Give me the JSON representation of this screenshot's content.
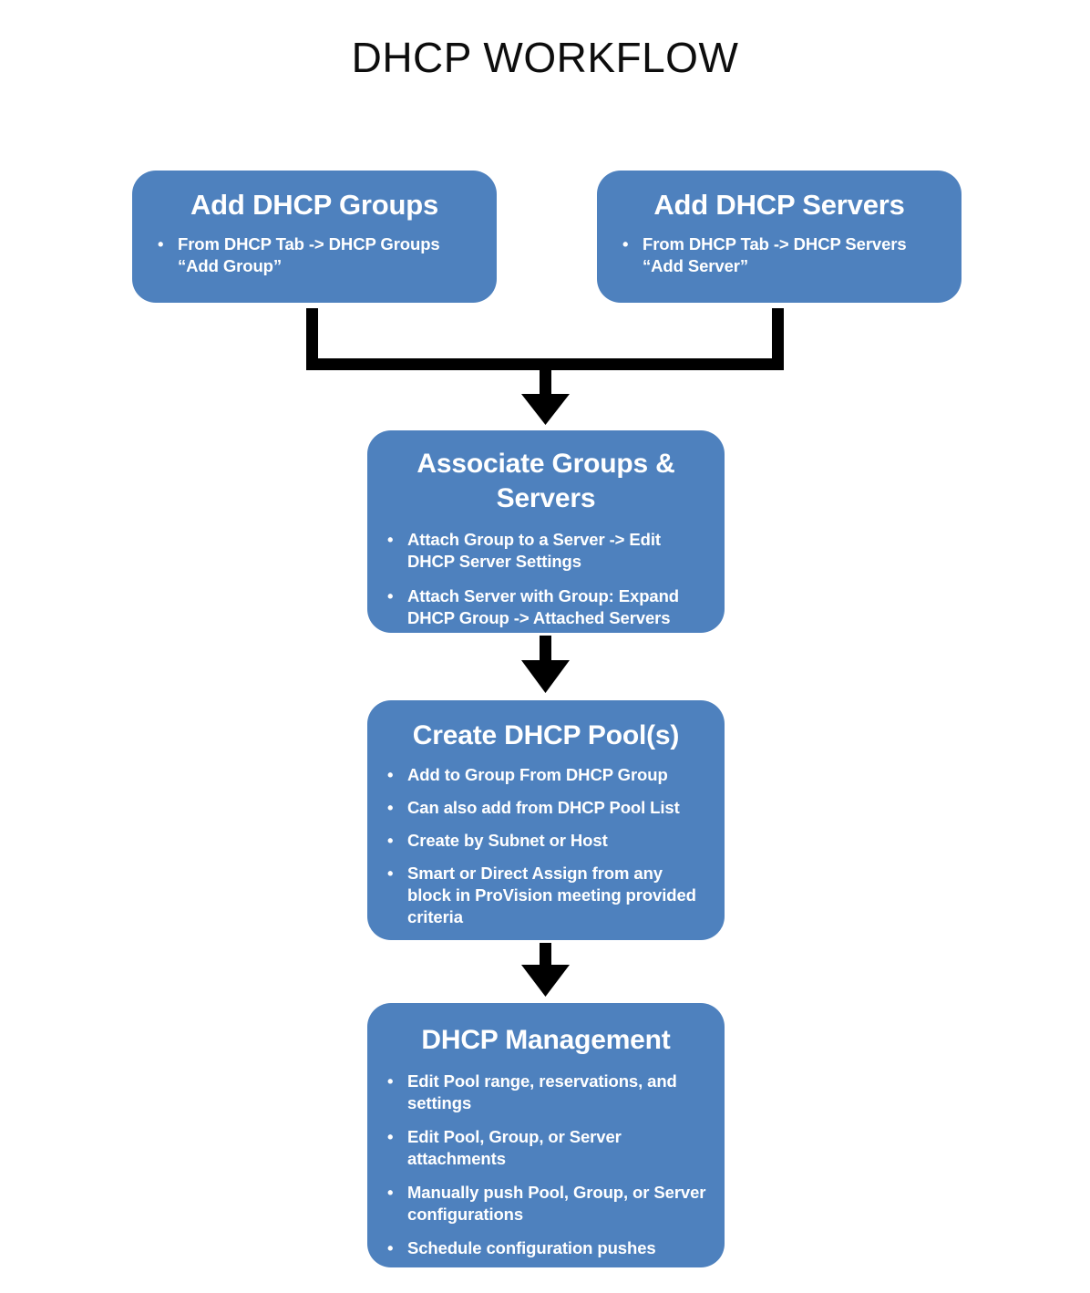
{
  "page": {
    "title": "DHCP WORKFLOW",
    "background_color": "#ffffff",
    "title_color": "#0d0d0d"
  },
  "theme": {
    "node_fill": "#4E81BE",
    "node_text": "#ffffff",
    "connector_color": "#000000"
  },
  "nodes": [
    {
      "id": "add-dhcp-groups",
      "title": "Add DHCP Groups",
      "bullets": [
        "From  DHCP Tab -> DHCP Groups “Add Group”"
      ]
    },
    {
      "id": "add-dhcp-servers",
      "title": "Add DHCP Servers",
      "bullets": [
        "From  DHCP Tab -> DHCP Servers “Add Server”"
      ]
    },
    {
      "id": "associate-groups-servers",
      "title": "Associate Groups & Servers",
      "bullets": [
        "Attach Group to a Server -> Edit DHCP Server Settings",
        "Attach Server with Group: Expand DHCP Group -> Attached Servers"
      ]
    },
    {
      "id": "create-dhcp-pools",
      "title": "Create DHCP Pool(s)",
      "bullets": [
        "Add to Group From DHCP Group",
        "Can also add from DHCP Pool List",
        "Create by Subnet or Host",
        "Smart or Direct Assign from any block in ProVision meeting provided criteria"
      ]
    },
    {
      "id": "dhcp-management",
      "title": "DHCP Management",
      "bullets": [
        "Edit Pool range, reservations, and settings",
        "Edit Pool, Group, or Server attachments",
        "Manually push Pool, Group, or Server configurations",
        "Schedule configuration pushes"
      ]
    }
  ],
  "bullet_glyph": "•",
  "connectors": [
    {
      "from": "add-dhcp-groups",
      "to": "associate-groups-servers",
      "style": "elbow-merge-arrow"
    },
    {
      "from": "add-dhcp-servers",
      "to": "associate-groups-servers",
      "style": "elbow-merge-arrow"
    },
    {
      "from": "associate-groups-servers",
      "to": "create-dhcp-pools",
      "style": "straight-arrow"
    },
    {
      "from": "create-dhcp-pools",
      "to": "dhcp-management",
      "style": "straight-arrow"
    }
  ]
}
